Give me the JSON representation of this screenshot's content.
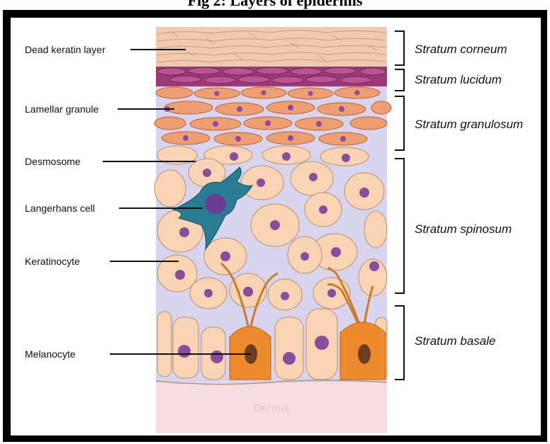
{
  "title": "Fig 2: Layers of epidermis",
  "left_labels": [
    "Dead keratin layer",
    "Lamellar granule",
    "Desmosome",
    "Langerhans cell",
    "Keratinocyte",
    "Melanocyte"
  ],
  "layers": [
    "Stratum corneum",
    "Stratum lucidum",
    "Stratum granulosum",
    "Stratum spinosum",
    "Stratum basale"
  ],
  "dermis_label": "Dermis",
  "colors": {
    "corneum": "#f1c9b0",
    "lucidum": "#9c3a78",
    "granulosum": "#ef9e72",
    "spinosum_cell": "#f8d3b4",
    "interstitial": "#d9d4ee",
    "nucleus": "#8a4d9e",
    "langerhans": "#2a7c92",
    "melanocyte": "#ee8a2e",
    "dermis": "#f6dde2"
  }
}
